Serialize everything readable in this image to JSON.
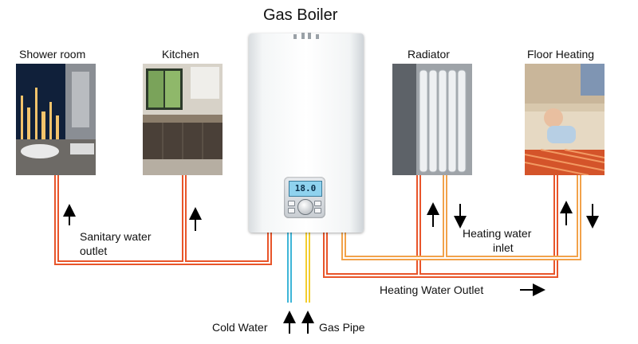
{
  "title": "Gas Boiler",
  "rooms": {
    "shower": "Shower room",
    "kitchen": "Kitchen",
    "radiator": "Radiator",
    "floor": "Floor Heating"
  },
  "pipe_labels": {
    "sanitary_line1": "Sanitary water",
    "sanitary_line2": "outlet",
    "heating_inlet_line1": "Heating water",
    "heating_inlet_line2": "inlet",
    "heating_outlet": "Heating Water Outlet",
    "cold_water": "Cold Water",
    "gas_pipe": "Gas Pipe"
  },
  "boiler_display": "18.0",
  "colors": {
    "hot_pipe": "#e8552a",
    "warm_pipe": "#f2a24a",
    "cold_pipe": "#3fb6d8",
    "gas_pipe": "#f3cd2e"
  }
}
